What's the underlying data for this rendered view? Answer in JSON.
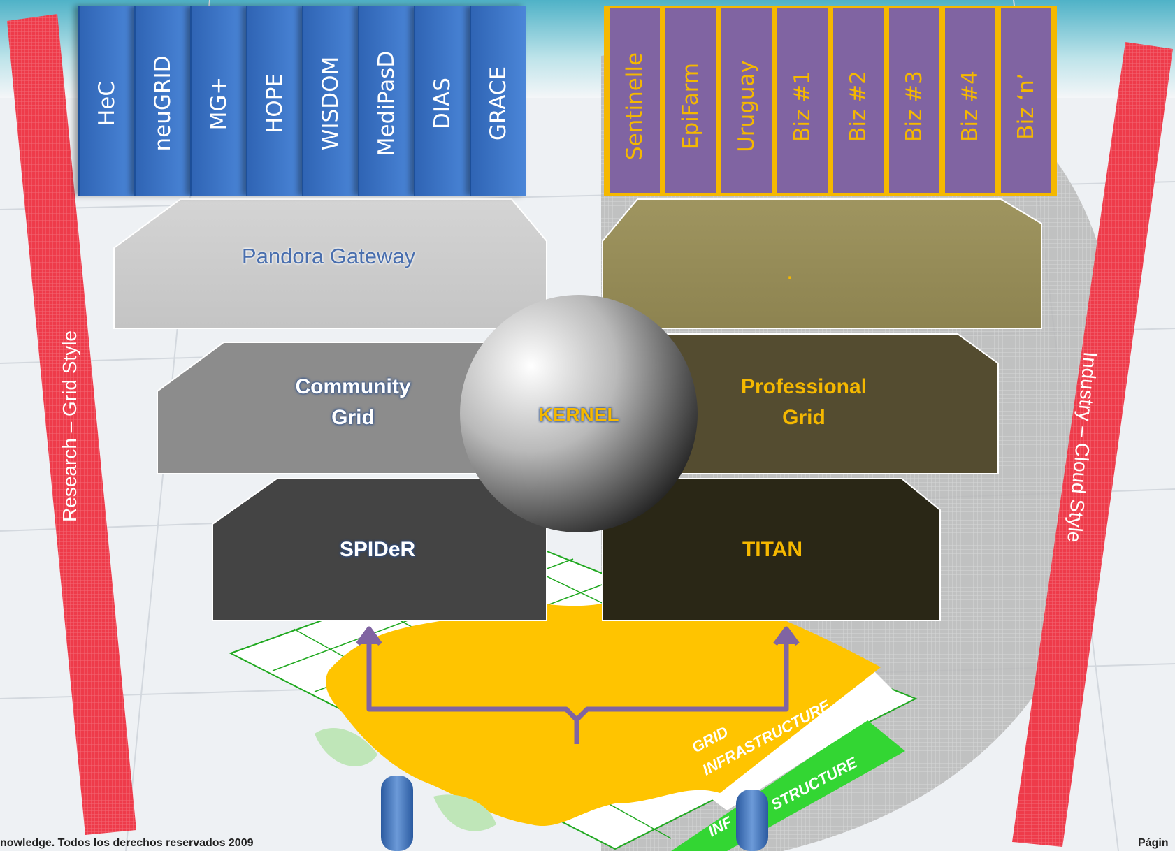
{
  "research_projects": [
    "HeC",
    "neuGRID",
    "MG+",
    "HOPE",
    "WISDOM",
    "MediPasD",
    "DIAS",
    "GRACE"
  ],
  "business_projects": [
    "Sentinelle",
    "EpiFarm",
    "Uruguay",
    "Biz #1",
    "Biz #2",
    "Biz #3",
    "Biz #4",
    "Biz ‘n’"
  ],
  "left_stack": {
    "gateway": "Pandora Gateway",
    "grid": [
      "Community",
      "Grid"
    ],
    "middleware": "SPIDeR"
  },
  "right_stack": {
    "gateway": ".",
    "grid": [
      "Professional",
      "Grid"
    ],
    "middleware": "TITAN"
  },
  "kernel": "KERNEL",
  "left_bar": "Research – Grid Style",
  "right_bar": "Industry – Cloud Style",
  "infrastructure": {
    "grid_line1": "GRID",
    "grid_line2": "INFRASTRUCTURE",
    "base_left": "INF",
    "base_right": "STRUCTURE"
  },
  "footer_left": "nowledge. Todos los derechos reservados 2009",
  "footer_right": "Págin",
  "colors": {
    "research_blue": "#3a75c9",
    "business_purple": "#8064a2",
    "accent_yellow": "#f5b800",
    "bar_red": "#ee3b4a",
    "arrow_purple": "#8064a2"
  }
}
